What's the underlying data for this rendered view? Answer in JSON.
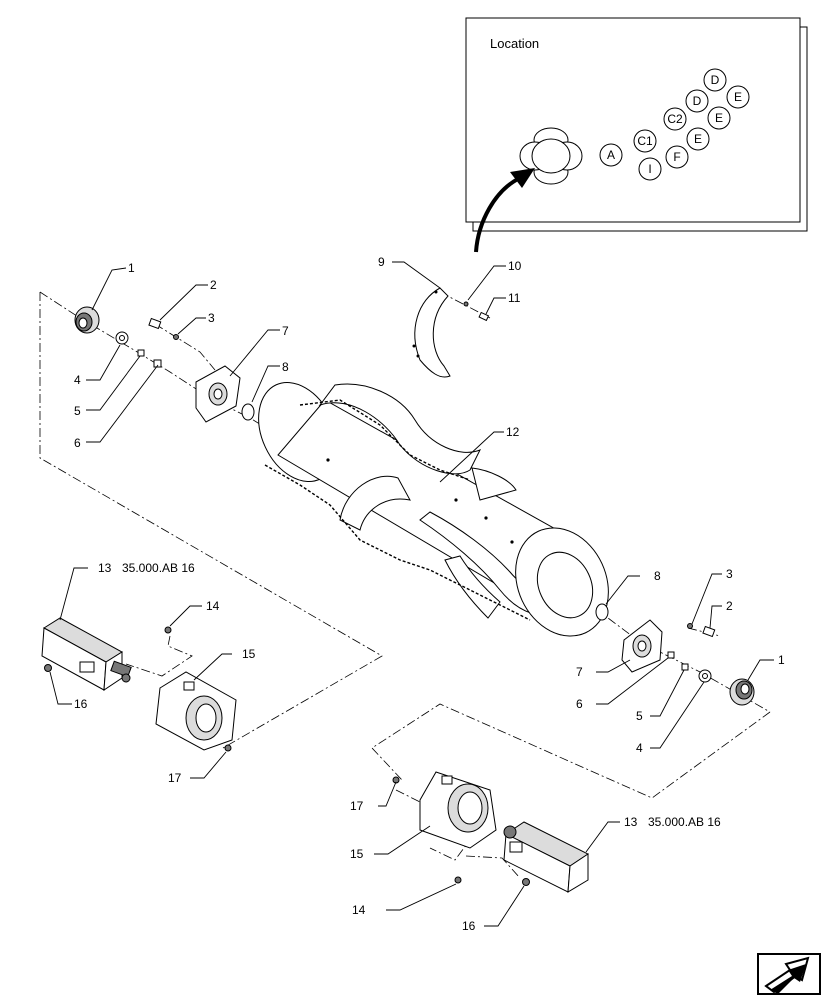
{
  "location_panel": {
    "title": "Location",
    "zones": [
      "A",
      "C1",
      "C2",
      "D",
      "D",
      "E",
      "E",
      "E",
      "F",
      "I"
    ]
  },
  "callouts": {
    "c1": "1",
    "c2": "2",
    "c3": "3",
    "c4": "4",
    "c5": "5",
    "c6": "6",
    "c7": "7",
    "c8": "8",
    "c9": "9",
    "c10": "10",
    "c11": "11",
    "c12": "12",
    "c13": "13",
    "c14": "14",
    "c15": "15",
    "c16": "16",
    "c17": "17",
    "c1b": "1",
    "c2b": "2",
    "c3b": "3",
    "c4b": "4",
    "c5b": "5",
    "c6b": "6",
    "c7b": "7",
    "c8b": "8",
    "c13b": "13",
    "c14b": "14",
    "c15b": "15",
    "c16b": "16",
    "c17b": "17"
  },
  "references": {
    "left_motor": "35.000.AB 16",
    "right_motor": "35.000.AB 16"
  },
  "nav": {
    "icon": "next-page-arrow-icon"
  }
}
